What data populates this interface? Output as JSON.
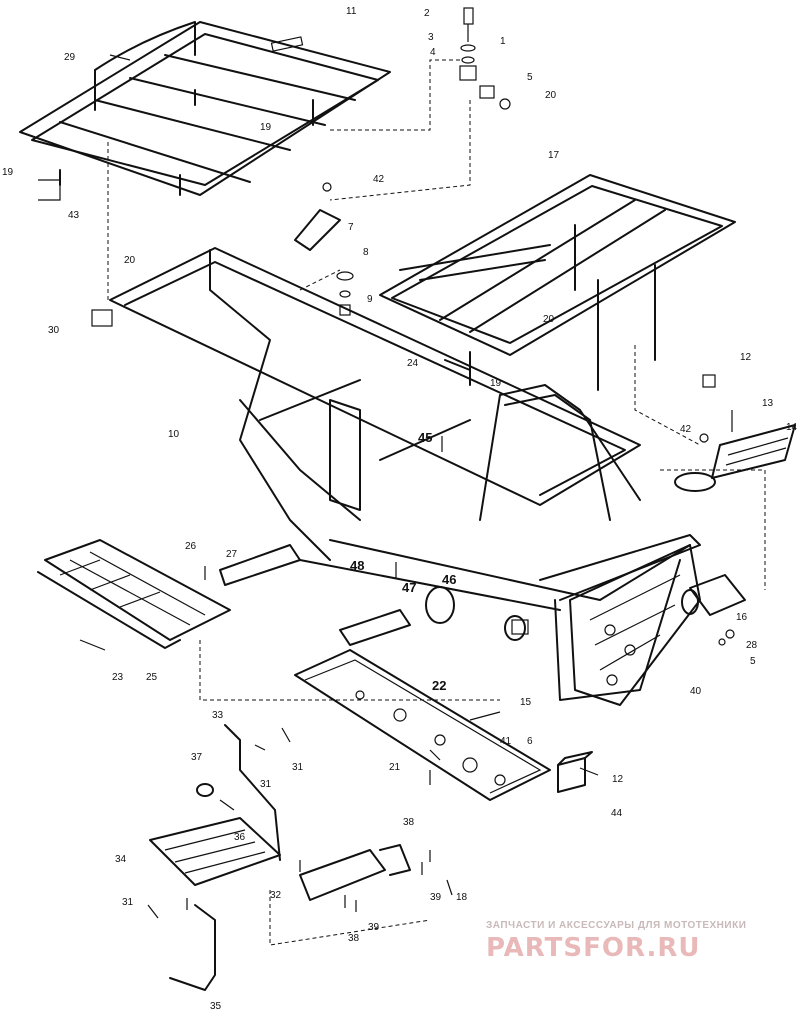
{
  "diagram": {
    "callouts": [
      {
        "id": "c2",
        "text": "2"
      },
      {
        "id": "c1",
        "text": "1"
      },
      {
        "id": "c3",
        "text": "3"
      },
      {
        "id": "c4",
        "text": "4"
      },
      {
        "id": "c5a",
        "text": "5"
      },
      {
        "id": "c11",
        "text": "11"
      },
      {
        "id": "c20a",
        "text": "20"
      },
      {
        "id": "c29",
        "text": "29"
      },
      {
        "id": "c19a",
        "text": "19"
      },
      {
        "id": "c19b",
        "text": "19"
      },
      {
        "id": "c43",
        "text": "43"
      },
      {
        "id": "c42a",
        "text": "42"
      },
      {
        "id": "c7",
        "text": "7"
      },
      {
        "id": "c17",
        "text": "17"
      },
      {
        "id": "c8",
        "text": "8"
      },
      {
        "id": "c20b",
        "text": "20"
      },
      {
        "id": "c9",
        "text": "9"
      },
      {
        "id": "c30",
        "text": "30"
      },
      {
        "id": "c20c",
        "text": "20"
      },
      {
        "id": "c24",
        "text": "24"
      },
      {
        "id": "c19c",
        "text": "19"
      },
      {
        "id": "c12a",
        "text": "12"
      },
      {
        "id": "c13",
        "text": "13"
      },
      {
        "id": "c14",
        "text": "14"
      },
      {
        "id": "c42b",
        "text": "42"
      },
      {
        "id": "c10",
        "text": "10"
      },
      {
        "id": "c45",
        "text": "45"
      },
      {
        "id": "c26",
        "text": "26"
      },
      {
        "id": "c27",
        "text": "27"
      },
      {
        "id": "c48",
        "text": "48"
      },
      {
        "id": "c46",
        "text": "46"
      },
      {
        "id": "c47",
        "text": "47"
      },
      {
        "id": "c16",
        "text": "16"
      },
      {
        "id": "c28",
        "text": "28"
      },
      {
        "id": "c5b",
        "text": "5"
      },
      {
        "id": "c23",
        "text": "23"
      },
      {
        "id": "c25",
        "text": "25"
      },
      {
        "id": "c40",
        "text": "40"
      },
      {
        "id": "c22",
        "text": "22"
      },
      {
        "id": "c15",
        "text": "15"
      },
      {
        "id": "c33",
        "text": "33"
      },
      {
        "id": "c41",
        "text": "41"
      },
      {
        "id": "c6",
        "text": "6"
      },
      {
        "id": "c37",
        "text": "37"
      },
      {
        "id": "c31a",
        "text": "31"
      },
      {
        "id": "c31b",
        "text": "31"
      },
      {
        "id": "c21",
        "text": "21"
      },
      {
        "id": "c12b",
        "text": "12"
      },
      {
        "id": "c44",
        "text": "44"
      },
      {
        "id": "c36",
        "text": "36"
      },
      {
        "id": "c38a",
        "text": "38"
      },
      {
        "id": "c34",
        "text": "34"
      },
      {
        "id": "c32",
        "text": "32"
      },
      {
        "id": "c39a",
        "text": "39"
      },
      {
        "id": "c18",
        "text": "18"
      },
      {
        "id": "c31c",
        "text": "31"
      },
      {
        "id": "c38b",
        "text": "38"
      },
      {
        "id": "c39b",
        "text": "39"
      },
      {
        "id": "c35",
        "text": "35"
      }
    ]
  },
  "watermark": {
    "tagline": "ЗАПЧАСТИ И АКСЕССУАРЫ ДЛЯ МОТОТЕХНИКИ",
    "brand": "PARTSFOR.RU",
    "color": "#e9b9b9"
  }
}
